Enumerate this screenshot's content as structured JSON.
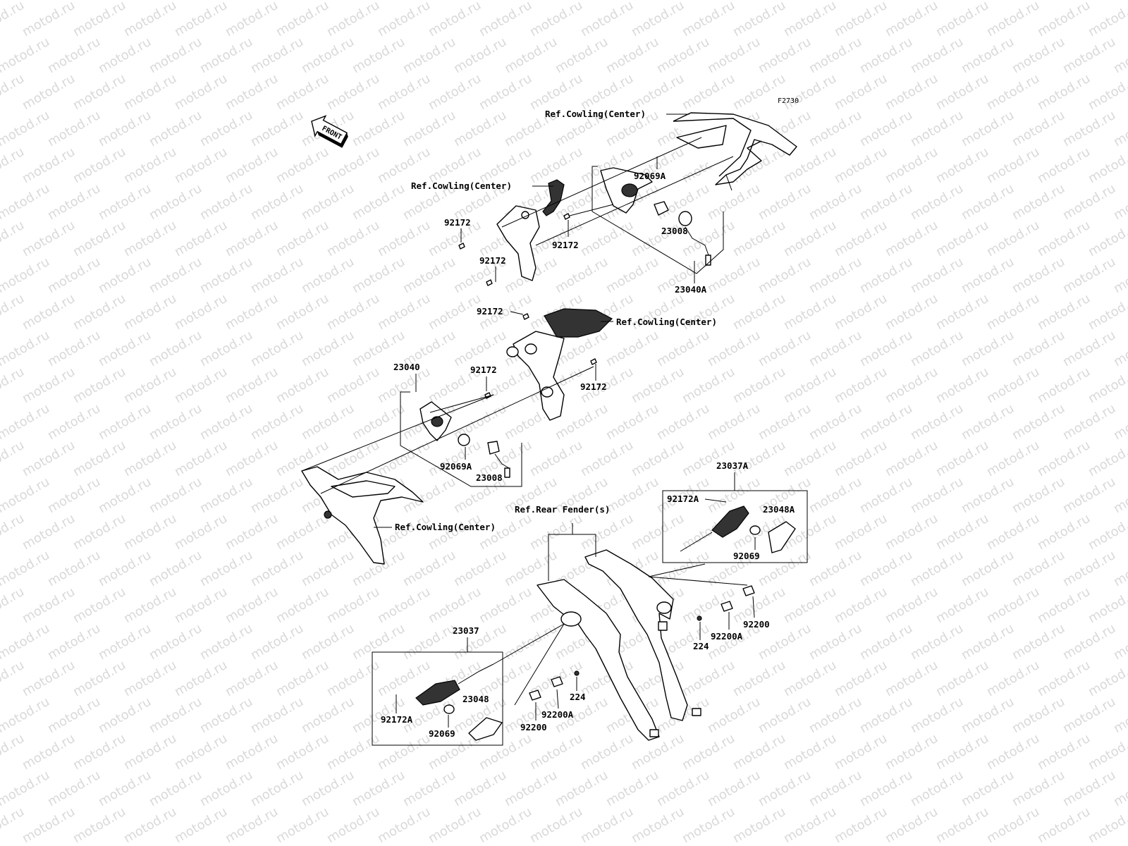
{
  "figure_code": "F2730",
  "front_arrow": "FRONT",
  "watermark": "motod.ru",
  "labels": {
    "ref_cowling_center": "Ref.Cowling(Center)",
    "ref_rear_fenders": "Ref.Rear Fender(s)",
    "p92172": "92172",
    "p92172A": "92172A",
    "p92069": "92069",
    "p92069A": "92069A",
    "p23008": "23008",
    "p23040": "23040",
    "p23040A": "23040A",
    "p23037": "23037",
    "p23037A": "23037A",
    "p23048": "23048",
    "p23048A": "23048A",
    "p92200": "92200",
    "p92200A": "92200A",
    "p224": "224"
  }
}
